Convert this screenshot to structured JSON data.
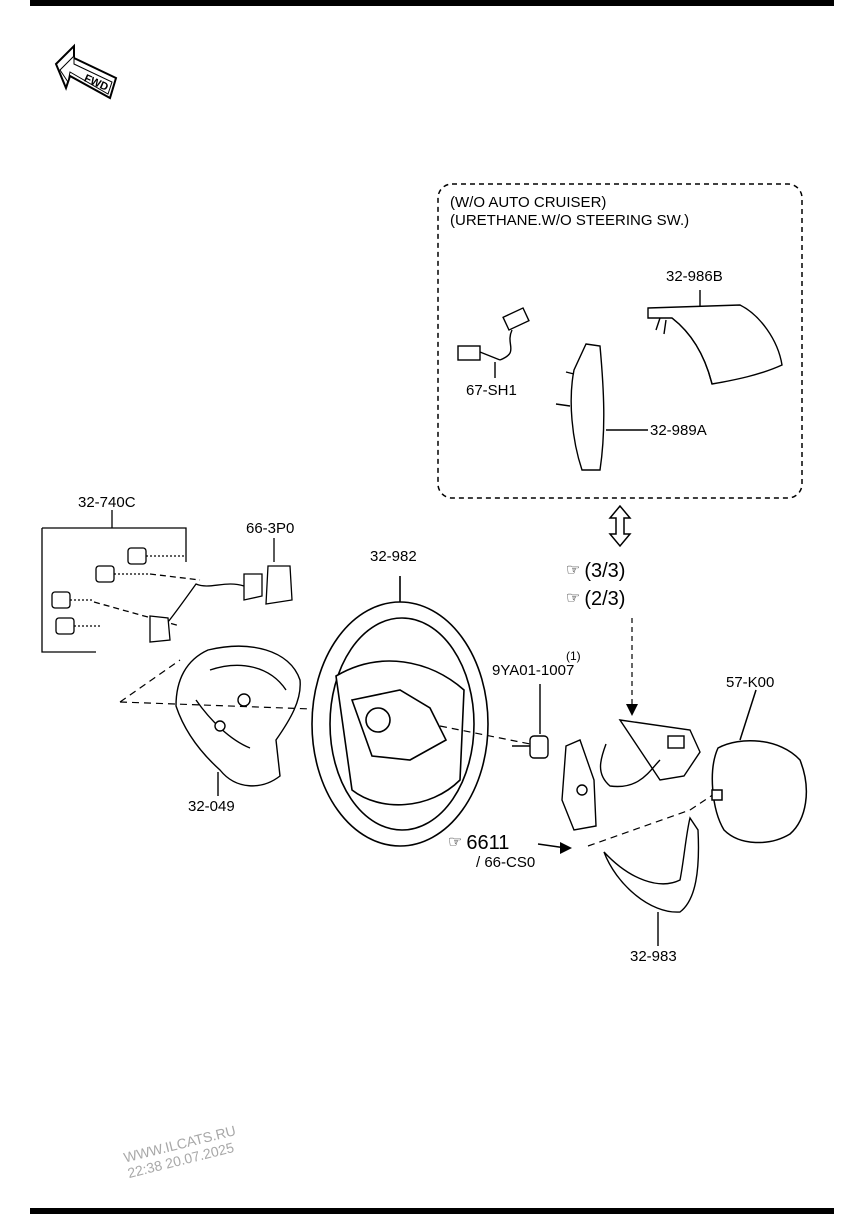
{
  "orientation": {
    "arrow_label": "FWD"
  },
  "variant_box": {
    "line1": "(W/O AUTO CRUISER)",
    "line2": "(URETHANE.W/O STEERING SW.)"
  },
  "parts": {
    "p32_986B": "32-986B",
    "p67_SH1": "67-SH1",
    "p32_989A": "32-989A",
    "p32_740C": "32-740C",
    "p66_3P0": "66-3P0",
    "p32_982": "32-982",
    "p9YA01_1007": "9YA01-1007",
    "p9YA01_qty": "(1)",
    "p57_K00": "57-K00",
    "p32_049": "32-049",
    "p32_983": "32-983"
  },
  "page_refs": {
    "ref_3_3": "(3/3)",
    "ref_2_3": "(2/3)",
    "ref_6611": "6611",
    "ref_66CS0": "/ 66-CS0"
  },
  "watermark": {
    "site": "WWW.ILCATS.RU",
    "datetime": "22:38 20.07.2025"
  }
}
